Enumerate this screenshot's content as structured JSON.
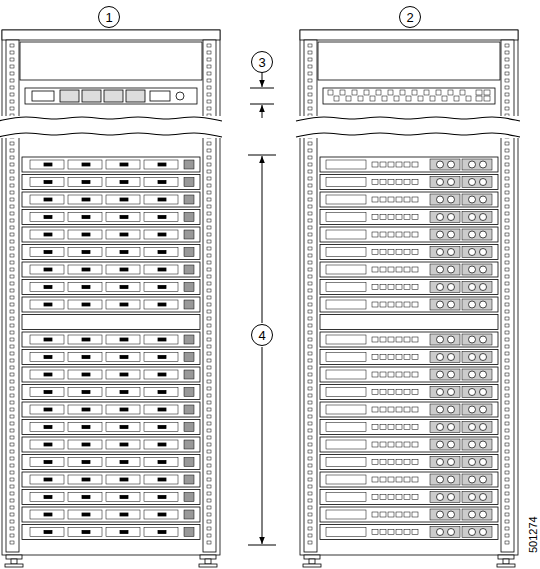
{
  "diagram": {
    "nodes": [
      {
        "text": [
          "1"
        ]
      },
      {
        "text": [
          "2"
        ]
      },
      {
        "text": [
          "3"
        ]
      },
      {
        "text": [
          "4"
        ]
      }
    ],
    "labels": [
      "501274"
    ]
  }
}
